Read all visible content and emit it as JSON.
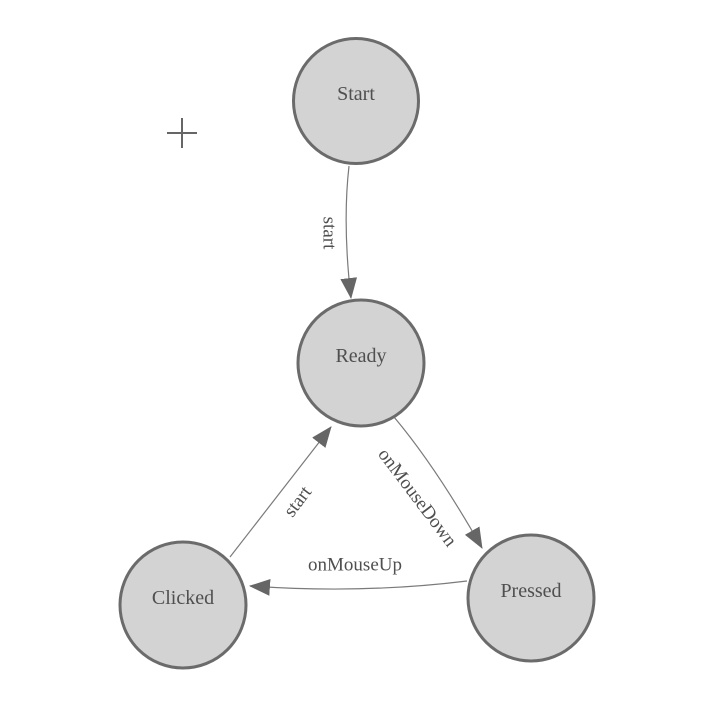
{
  "canvas": {
    "background": "#ffffff",
    "origin_marker_icon": "crosshair-icon"
  },
  "colors": {
    "node_fill": "#d3d3d3",
    "node_stroke": "#6b6b6b",
    "node_text": "#4f4f4f",
    "edge_line": "#7a7a7a",
    "edge_arrow": "#666666",
    "edge_text": "#4f4f4f",
    "crosshair": "#666666"
  },
  "diagram": {
    "type": "state-machine",
    "nodes": [
      {
        "id": "start",
        "label": "Start"
      },
      {
        "id": "ready",
        "label": "Ready"
      },
      {
        "id": "clicked",
        "label": "Clicked"
      },
      {
        "id": "pressed",
        "label": "Pressed"
      }
    ],
    "edges": [
      {
        "id": "start-ready",
        "from": "Start",
        "to": "Ready",
        "label": "start"
      },
      {
        "id": "ready-pressed",
        "from": "Ready",
        "to": "Pressed",
        "label": "onMouseDown"
      },
      {
        "id": "pressed-clicked",
        "from": "Pressed",
        "to": "Clicked",
        "label": "onMouseUp"
      },
      {
        "id": "clicked-ready",
        "from": "Clicked",
        "to": "Ready",
        "label": "start"
      }
    ]
  }
}
